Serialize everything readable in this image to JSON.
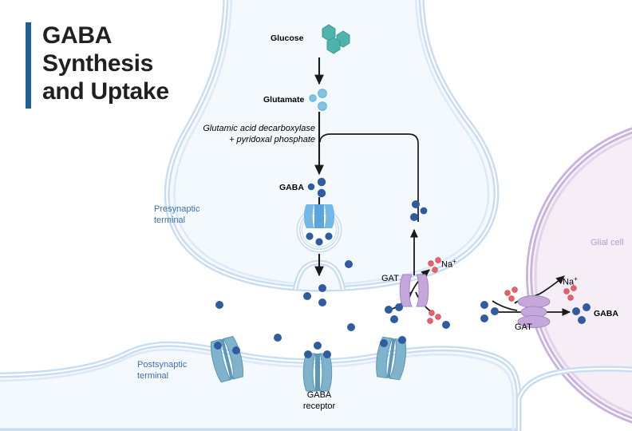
{
  "title": {
    "text": "GABA\nSynthesis\nand Uptake",
    "accent_color": "#1d5f96",
    "text_color": "#231f20"
  },
  "labels": {
    "glucose": "Glucose",
    "glutamate": "Glutamate",
    "enzyme": "Glutamic acid decarboxylase\n+ pyridoxal phosphate",
    "gaba_presynaptic": "GABA",
    "presynaptic_terminal": "Presynaptic\nterminal",
    "postsynaptic_terminal": "Postsynaptic\nterminal",
    "gaba_receptor": "GABA\nreceptor",
    "gat_presynaptic": "GAT",
    "gat_glial": "GAT",
    "sodium_presynaptic": "Na",
    "sodium_presynaptic_charge": "+",
    "sodium_glial": "Na",
    "sodium_glial_charge": "+",
    "gaba_glial": "GABA",
    "glial_cell": "Glial cell"
  },
  "colors": {
    "glucose": "#4fb3ac",
    "glucose_stroke": "#3a9a94",
    "glutamate": "#7fc4e3",
    "glutamate_stroke": "#5aa8cf",
    "gaba": "#2e5c9e",
    "gaba_stroke": "#24497e",
    "sodium": "#e8616a",
    "sodium_stroke": "#cf4952",
    "neuron_fill": "#f4f9fd",
    "neuron_membrane_outer": "#c8dcf2",
    "neuron_membrane_inner": "#e4eefa",
    "glial_fill": "#f6eef6",
    "glial_membrane": "#c9b3dc",
    "glial_label": "#b49ad0",
    "vesicle_transporter": "#74b8e8",
    "gat_transporter": "#c6a7dc",
    "gat_transporter_stroke": "#a486c4",
    "receptor": "#7fb3cc",
    "receptor_dark": "#5d97b5",
    "arrow": "#1a1a1a",
    "terminal_label": "#3d6fb4"
  },
  "molecule_counts": {
    "glucose_hexagons": 3,
    "glutamate_dots": 3,
    "gaba_presynaptic_dots": 3,
    "vesicle_gaba_dots": 3,
    "receptor_count": 3
  }
}
